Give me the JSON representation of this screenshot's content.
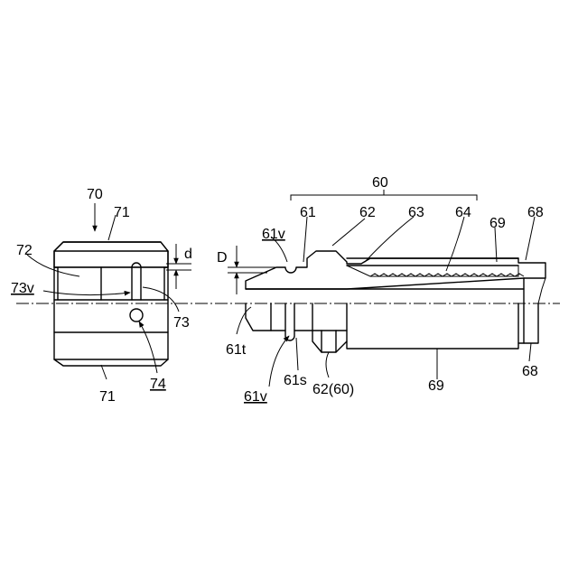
{
  "labels": {
    "n70": "70",
    "n71_top": "71",
    "n71_bot": "71",
    "n72": "72",
    "n73v": "73v",
    "n73": "73",
    "n74": "74",
    "d": "d",
    "D": "D",
    "n60": "60",
    "n61": "61",
    "n61v_top": "61v",
    "n61v_bot": "61v",
    "n61t": "61t",
    "n61s": "61s",
    "n62": "62",
    "n62_60": "62(60)",
    "n63": "63",
    "n64": "64",
    "n69_top": "69",
    "n69_bot": "69",
    "n68_top": "68",
    "n68_bot": "68"
  }
}
